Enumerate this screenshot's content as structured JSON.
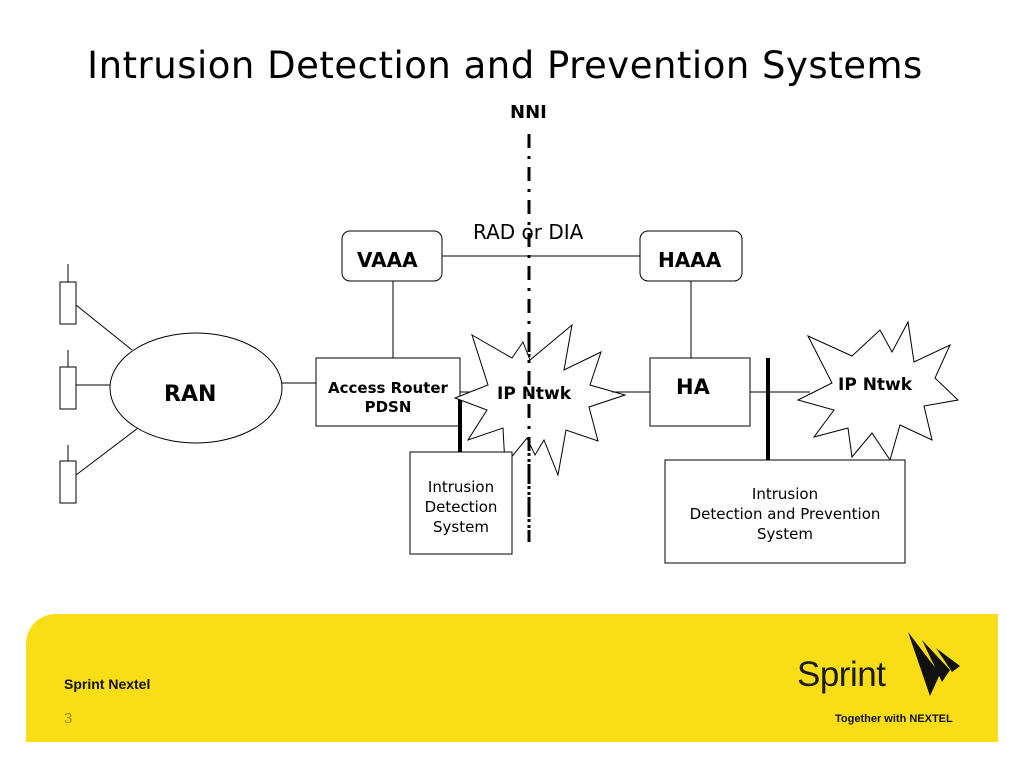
{
  "title": "Intrusion Detection and Prevention Systems",
  "diagram": {
    "nni_label": "NNI",
    "rad_label": "RAD or DIA",
    "vaaa": "VAAA",
    "haaa": "HAAA",
    "ran": "RAN",
    "access_router_line1": "Access Router",
    "access_router_line2": "PDSN",
    "ip_network_left": "IP Ntwk",
    "ha": "HA",
    "ip_network_right": "IP Ntwk",
    "ids_line1": "Intrusion",
    "ids_line2": "Detection",
    "ids_line3": "System",
    "idps_line1": "Intrusion",
    "idps_line2": "Detection and Prevention",
    "idps_line3": "System"
  },
  "footer": {
    "company": "Sprint Nextel",
    "page_number": "3",
    "brand": "Sprint",
    "tagline": "Together with NEXTEL",
    "band_color": "#f9dd16"
  }
}
